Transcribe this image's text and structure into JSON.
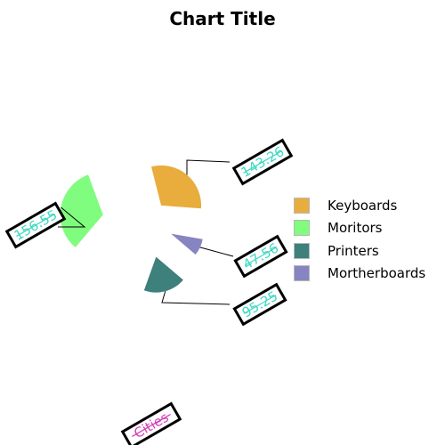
{
  "chart_data": {
    "type": "pie",
    "title": "Chart Title",
    "categories": [
      "Keyboards",
      "Moritors",
      "Printers",
      "Mortherboards"
    ],
    "values": [
      143.26,
      156.55,
      95.25,
      47.56
    ],
    "value_labels": [
      "143.26",
      "156.55",
      "95.25",
      "47.56"
    ],
    "colors": [
      "#e8ad3c",
      "#80fc7e",
      "#3d807c",
      "#8784c2"
    ],
    "axis_label": "Cities",
    "label_color": "#3fd9c2",
    "axis_label_color": "#d63fb8",
    "legend_position": "right"
  }
}
